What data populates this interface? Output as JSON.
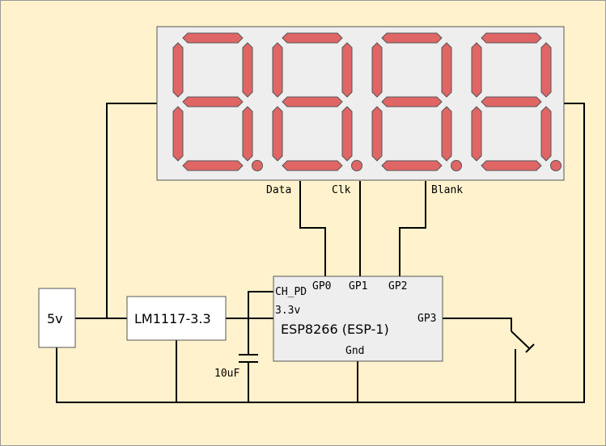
{
  "colors": {
    "background": "#FFF2CC",
    "box_fill": "#EEEEEE",
    "segment": "#E06666",
    "segment_stroke": "#555555",
    "wire": "#000000"
  },
  "display": {
    "digits": 4,
    "segments_lit": "all"
  },
  "display_pins": {
    "data": "Data",
    "clk": "Clk",
    "blank": "Blank"
  },
  "power": {
    "label": "5v"
  },
  "regulator": {
    "label": "LM1117-3.3"
  },
  "capacitor": {
    "label": "10uF"
  },
  "esp": {
    "label": "ESP8266 (ESP-1)",
    "pin_ch_pd": "CH_PD",
    "pin_gp0": "GP0",
    "pin_gp1": "GP1",
    "pin_gp2": "GP2",
    "pin_3v3": "3.3v",
    "pin_gp3": "GP3",
    "pin_gnd": "Gnd"
  },
  "switch": {
    "icon": "push-button-switch-icon"
  }
}
